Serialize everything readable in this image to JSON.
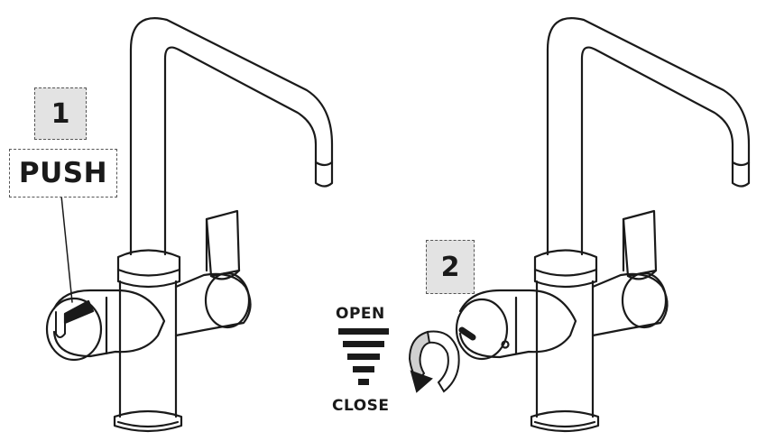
{
  "labels": {
    "step_1": "1",
    "push": "PUSH",
    "step_2": "2",
    "open": "OPEN",
    "close": "CLOSE"
  },
  "colors": {
    "line": "#1a1a1a",
    "tag_fill": "#e3e3e3",
    "dash": "#555555"
  },
  "icons": {
    "open_close_scale": "flow-scale-icon",
    "rotation": "rotate-arrow-icon"
  }
}
